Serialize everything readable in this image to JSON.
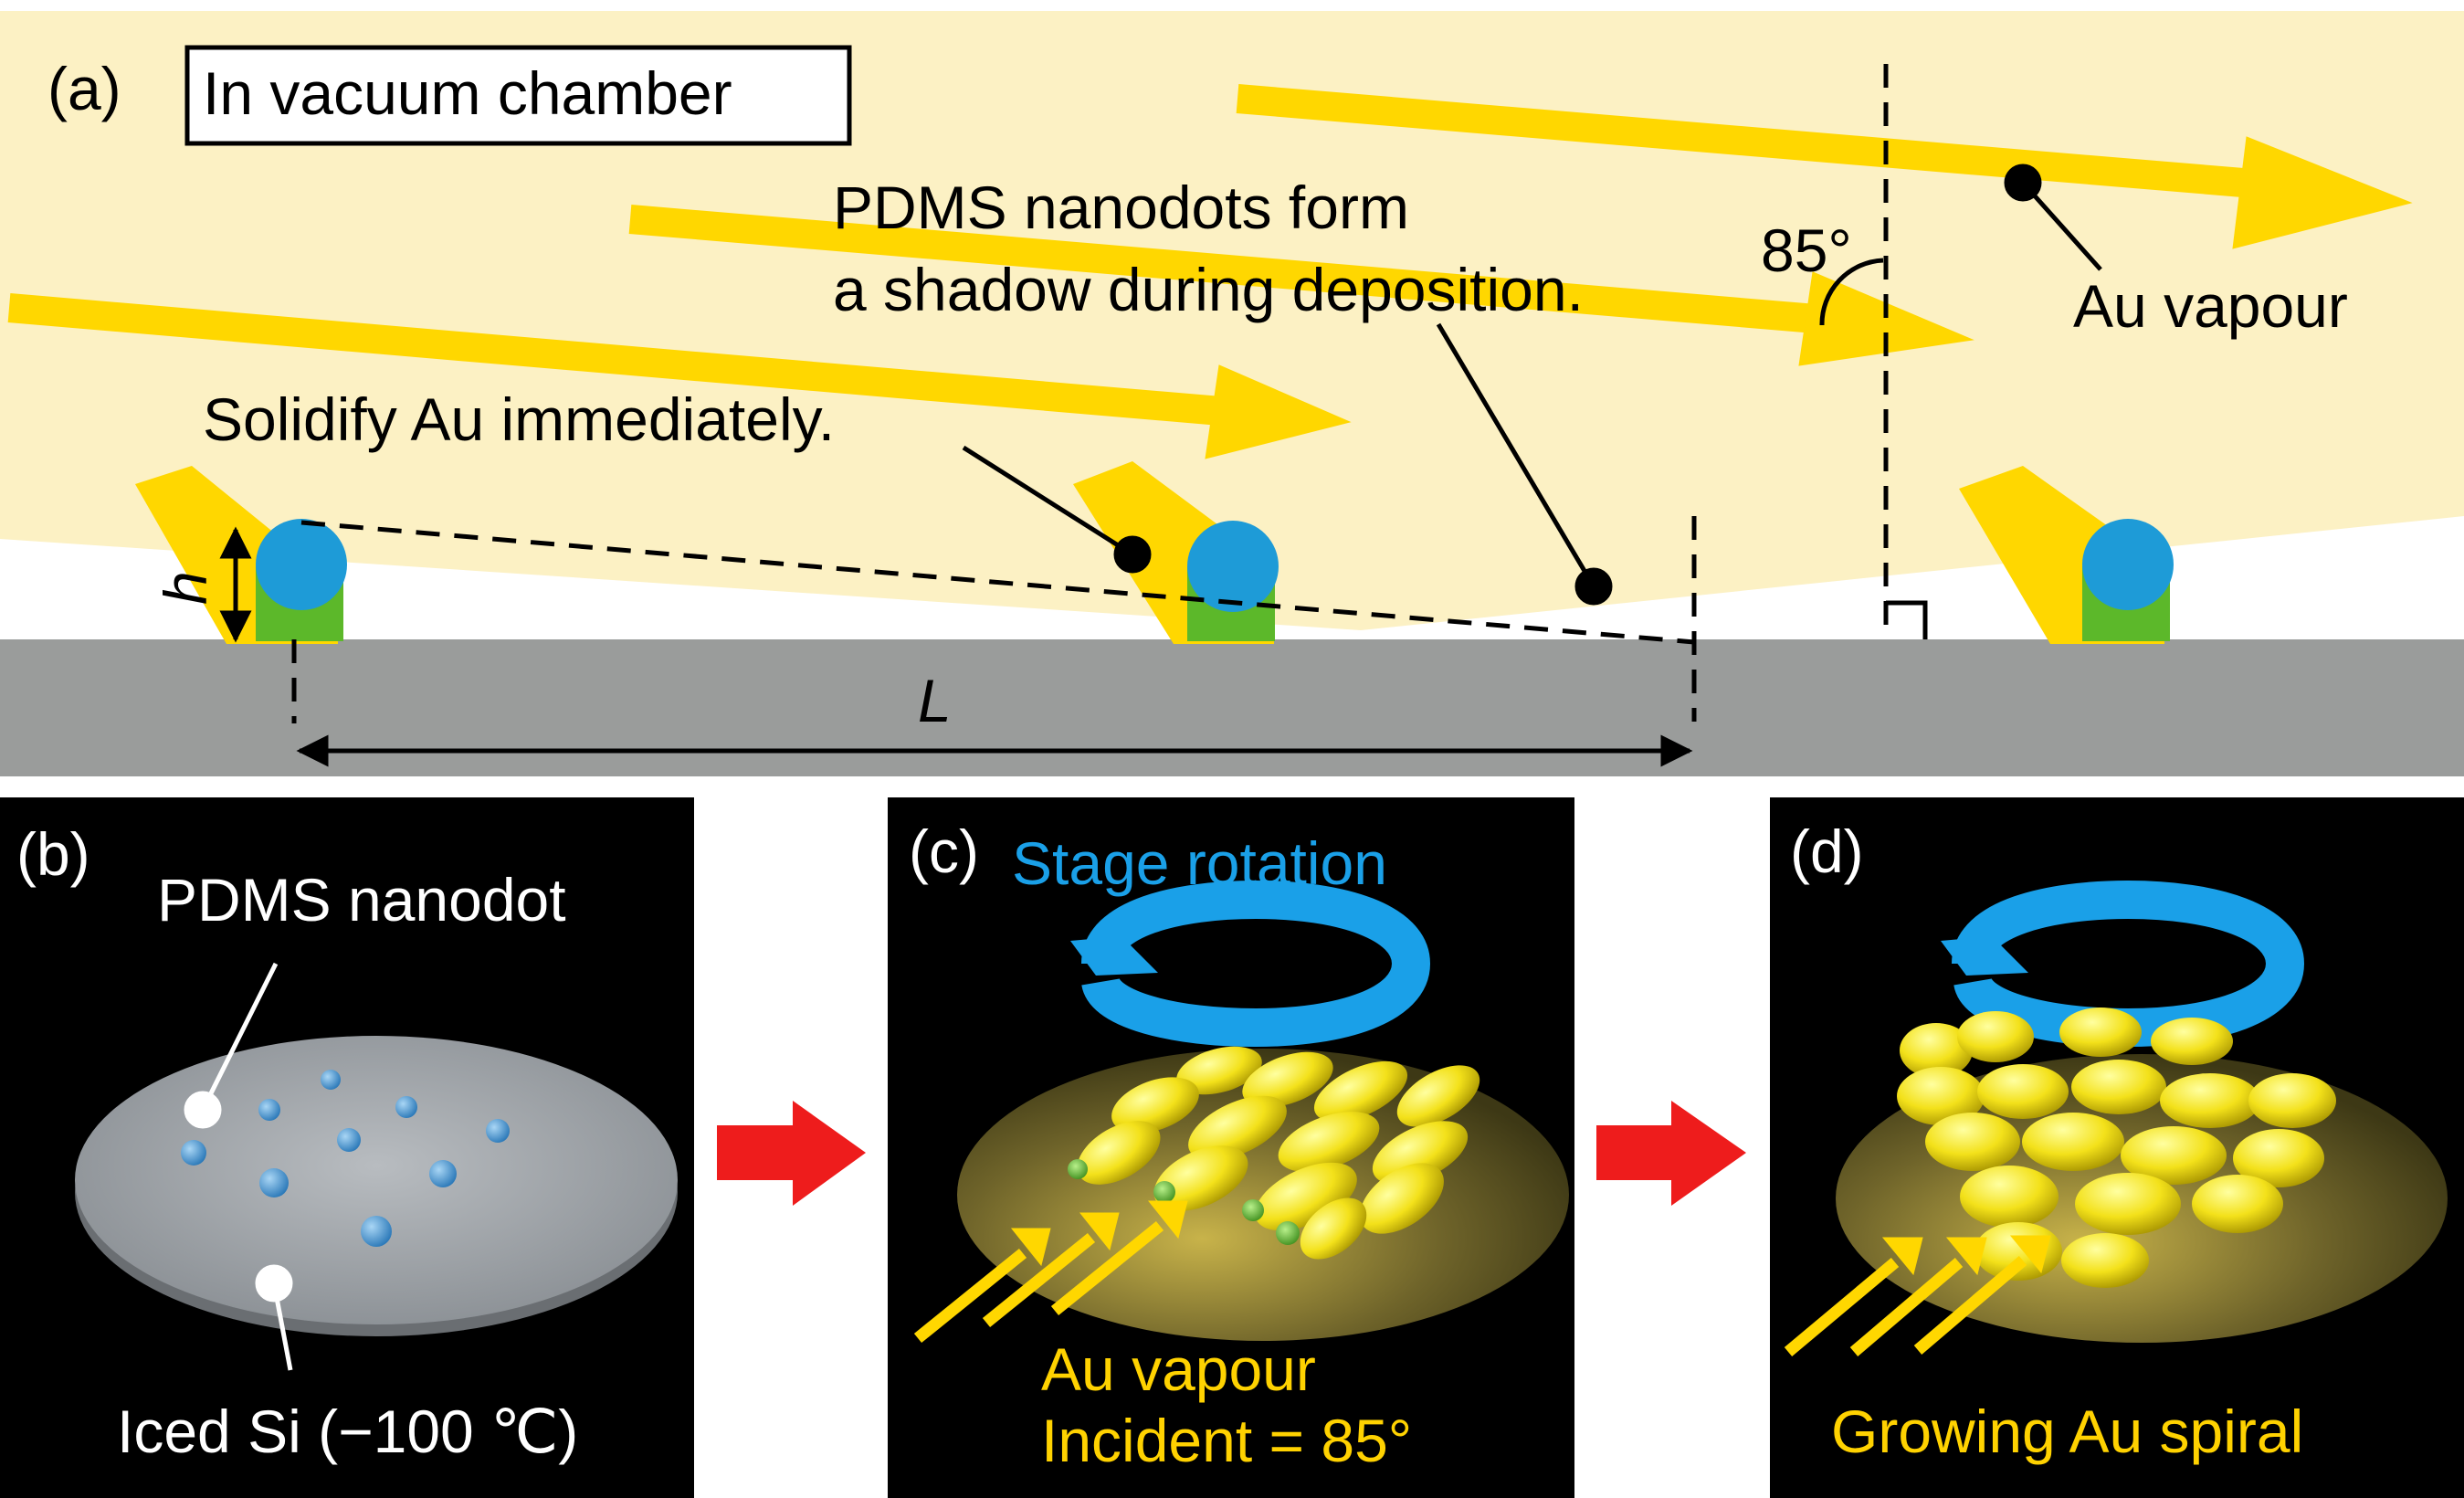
{
  "panel_a": {
    "label": "(a)",
    "box_text": "In vacuum chamber",
    "note_shadow_line1": "PDMS nanodots form",
    "note_shadow_line2": "a shadow during deposition.",
    "note_solidify": "Solidify Au immediately.",
    "angle": "85°",
    "vapour": "Au vapour",
    "h": "h",
    "L": "L"
  },
  "panel_b": {
    "label": "(b)",
    "nanodot": "PDMS nanodot",
    "substrate": "Iced Si (−100 ℃)"
  },
  "panel_c": {
    "label": "(c)",
    "rotation": "Stage rotation",
    "vapour": "Au vapour",
    "incident": "Incident = 85°"
  },
  "panel_d": {
    "label": "(d)",
    "caption": "Growing Au spiral"
  },
  "colors": {
    "vapour_band": "#fcf1c4",
    "gold": "#ffd700",
    "pdms_blue": "#1e9bd7",
    "pillar_green": "#5cb82a",
    "substrate": "#9a9c9b",
    "arrow_red": "#ee1c1c",
    "rotation_blue": "#1aa0e8",
    "text_yellow": "#ffd200"
  }
}
